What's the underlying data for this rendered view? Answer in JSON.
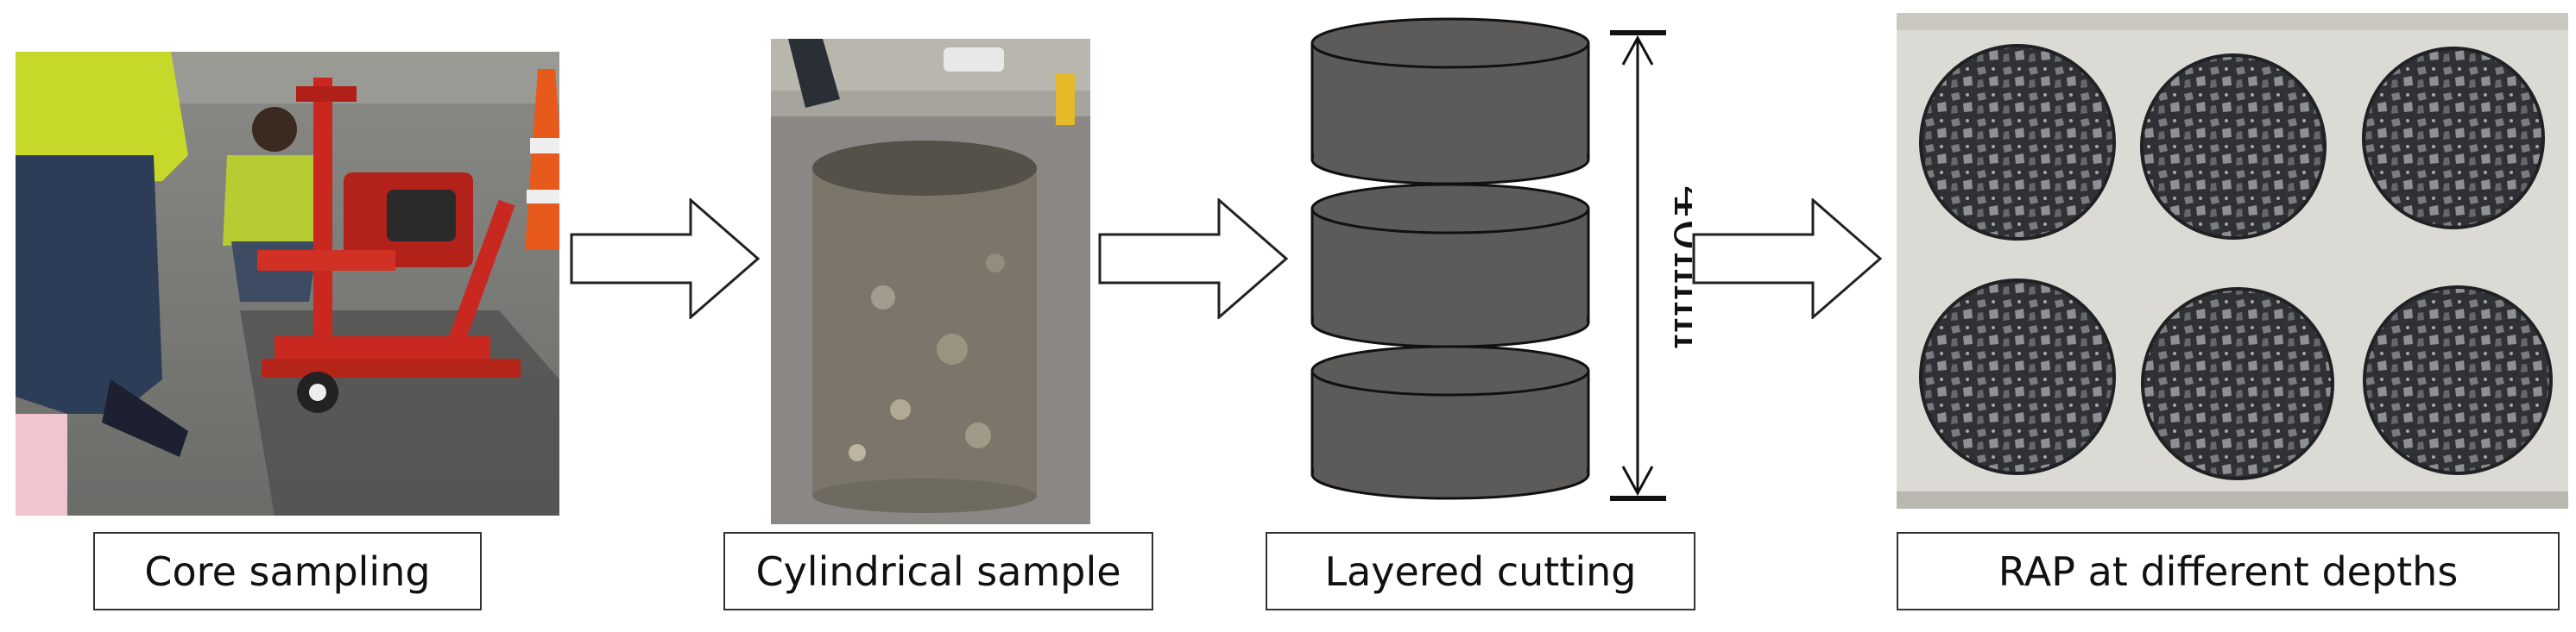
{
  "steps": [
    {
      "label": "Core sampling",
      "image": "core-sampling-photo"
    },
    {
      "label": "Cylindrical sample",
      "image": "cylindrical-sample-photo"
    },
    {
      "label": "Layered cutting",
      "image": "layered-cutting-diagram"
    },
    {
      "label": "RAP at different depths",
      "image": "rap-specimens-photo"
    }
  ],
  "cutting": {
    "dimension_label": "40mm",
    "layer_color": "#5d5a5a",
    "layer_count": 3
  },
  "colors": {
    "arrow_stroke": "#222222",
    "label_border": "#333333",
    "asphalt": "#6f6f6f",
    "machine_red": "#c8281f"
  }
}
